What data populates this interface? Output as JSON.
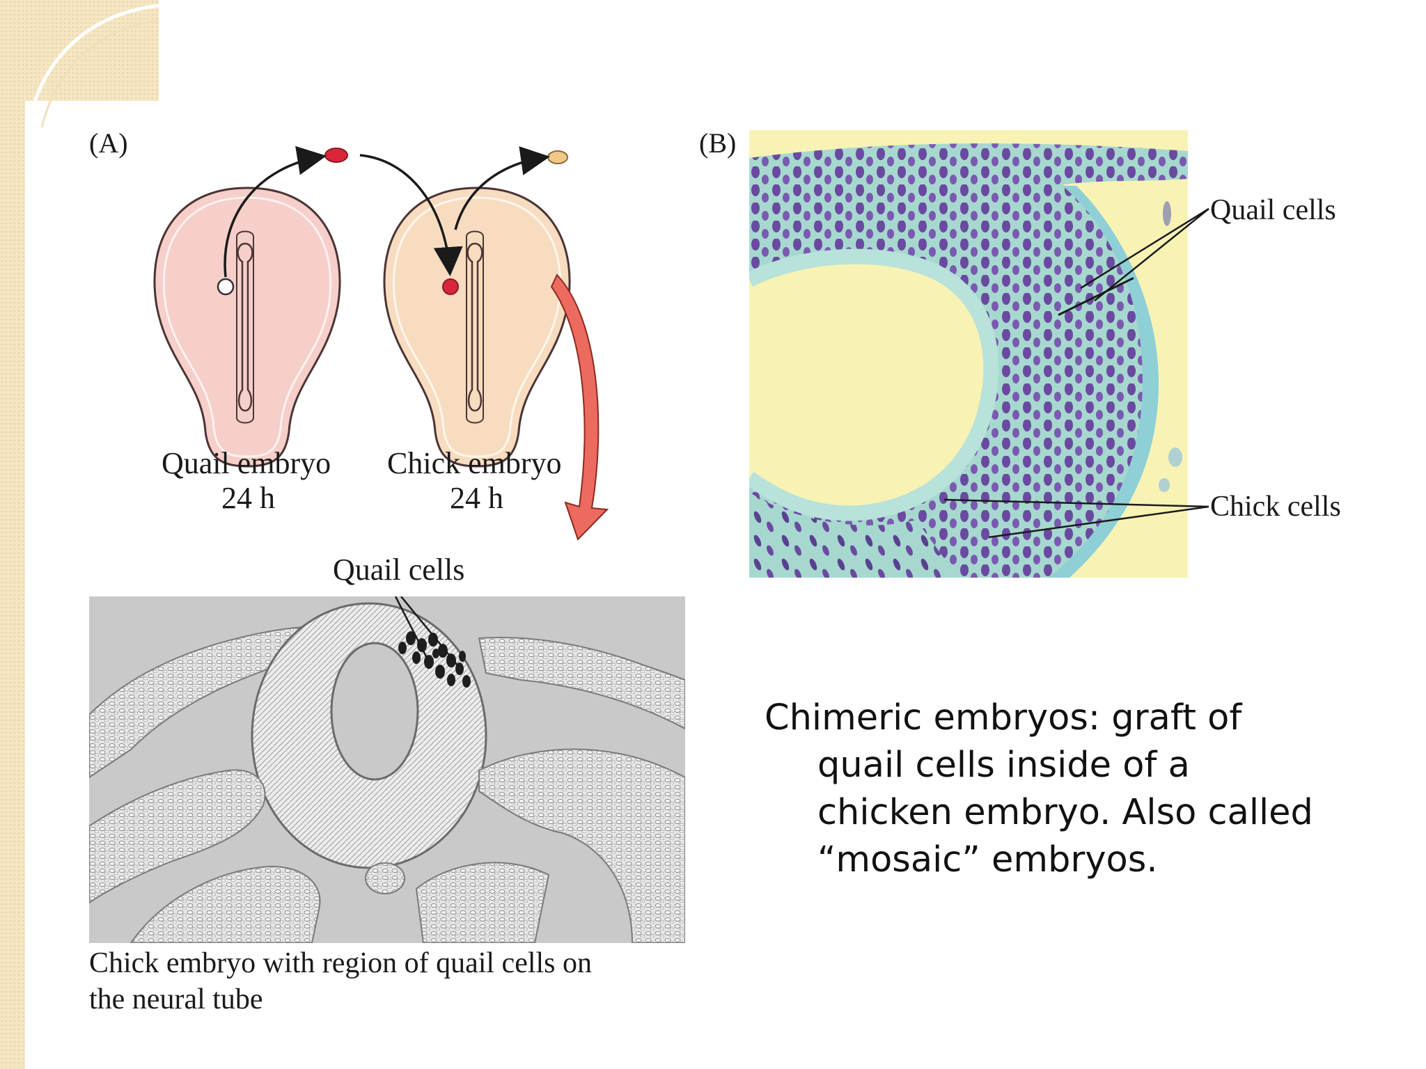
{
  "panel_a": {
    "label": "(A)",
    "quail_embryo": {
      "name": "Quail embryo",
      "age": "24 h"
    },
    "chick_embryo": {
      "name": "Chick embryo",
      "age": "24 h"
    },
    "micrograph_label": "Quail cells",
    "caption": {
      "line1": "Chick embryo with region of quail cells on",
      "line2": "the neural tube"
    }
  },
  "panel_b": {
    "label": "(B)",
    "quail_label": "Quail cells",
    "chick_label": "Chick cells"
  },
  "description": {
    "line1": "Chimeric embryos: graft of",
    "line2": "quail cells inside of a",
    "line3": "chicken embryo. Also called",
    "line4": "“mosaic” embryos."
  },
  "colors": {
    "quail_embryo_fill": "#f6cfca",
    "chick_embryo_fill": "#f7dcc0",
    "graft_red": "#d9263a",
    "arrow_salmon": "#ec6b5e",
    "stain_background": "#f8f3b4",
    "stain_tissue": "#9cd3cc",
    "stain_nuclei": "#6a4aa0"
  }
}
